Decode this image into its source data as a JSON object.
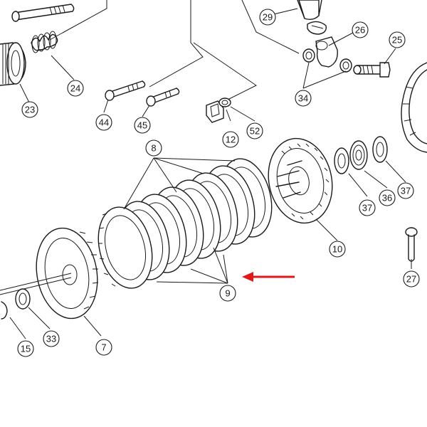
{
  "callouts": {
    "c29": "29",
    "c26": "26",
    "c25": "25",
    "c24": "24",
    "c23": "23",
    "c34": "34",
    "c44": "44",
    "c45": "45",
    "c12": "12",
    "c52": "52",
    "c8": "8",
    "c37a": "37",
    "c36": "36",
    "c37b": "37",
    "c10": "10",
    "c27": "27",
    "c9": "9",
    "c15": "15",
    "c33": "33",
    "c7": "7"
  },
  "colors": {
    "line": "#1a1a1a",
    "arrow": "#e0191c",
    "background": "#ffffff"
  },
  "highlight_arrow": {
    "direction": "left",
    "points_to_callout": "9"
  }
}
